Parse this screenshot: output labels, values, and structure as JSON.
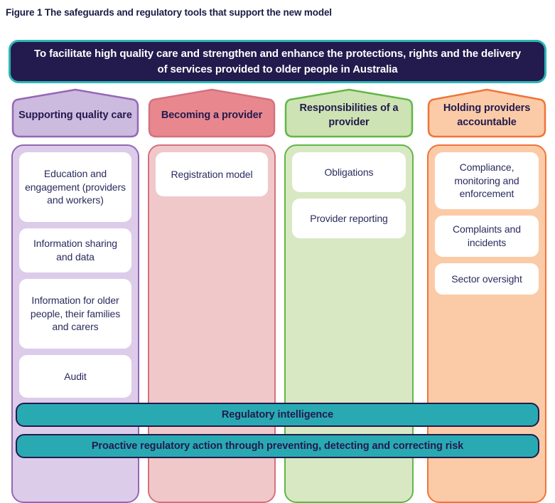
{
  "figure": {
    "caption": "Figure 1 The safeguards and regulatory tools that support the new model"
  },
  "banner": {
    "name": "vision-banner",
    "text": "To facilitate high quality care and strengthen and enhance the protections, rights and the delivery of services provided to older people in Australia",
    "background_color": "#231a4d",
    "border_color": "#2cb5b5",
    "text_color": "#ffffff"
  },
  "columns": [
    {
      "key": "supporting-quality-care",
      "header": "Supporting quality care",
      "header_fill": "#cdbadf",
      "header_border": "#9467b5",
      "body_fill": "#dcccea",
      "body_border": "#9467b5",
      "items": [
        {
          "label": "Education and engagement (providers and workers)"
        },
        {
          "label": "Information sharing and data"
        },
        {
          "label": "Information for older people, their families and carers"
        },
        {
          "label": "Audit"
        }
      ]
    },
    {
      "key": "becoming-a-provider",
      "header": "Becoming a provider",
      "header_fill": "#e8888e",
      "header_border": "#d4717f",
      "body_fill": "#f0c8ca",
      "body_border": "#d4717f",
      "items": [
        {
          "label": "Registration model"
        }
      ]
    },
    {
      "key": "responsibilities-of-a-provider",
      "header": "Responsibilities of a provider",
      "header_fill": "#cde3b4",
      "header_border": "#62b646",
      "body_fill": "#d8e8c3",
      "body_border": "#62b646",
      "items": [
        {
          "label": "Obligations"
        },
        {
          "label": "Provider reporting"
        }
      ]
    },
    {
      "key": "holding-providers-accountable",
      "header": "Holding providers accountable",
      "header_fill": "#fbcba7",
      "header_border": "#f0743a",
      "body_fill": "#fbcba7",
      "body_border": "#f0743a",
      "items": [
        {
          "label": "Compliance, monitoring and enforcement"
        },
        {
          "label": "Complaints and incidents"
        },
        {
          "label": "Sector oversight"
        }
      ]
    }
  ],
  "bottom_bars": [
    {
      "key": "regulatory-intelligence",
      "label": "Regulatory intelligence",
      "fill": "#29aab3",
      "border": "#231a4d"
    },
    {
      "key": "proactive-regulatory-action",
      "label": "Proactive regulatory action through preventing, detecting and correcting risk",
      "fill": "#29aab3",
      "border": "#231a4d"
    }
  ]
}
